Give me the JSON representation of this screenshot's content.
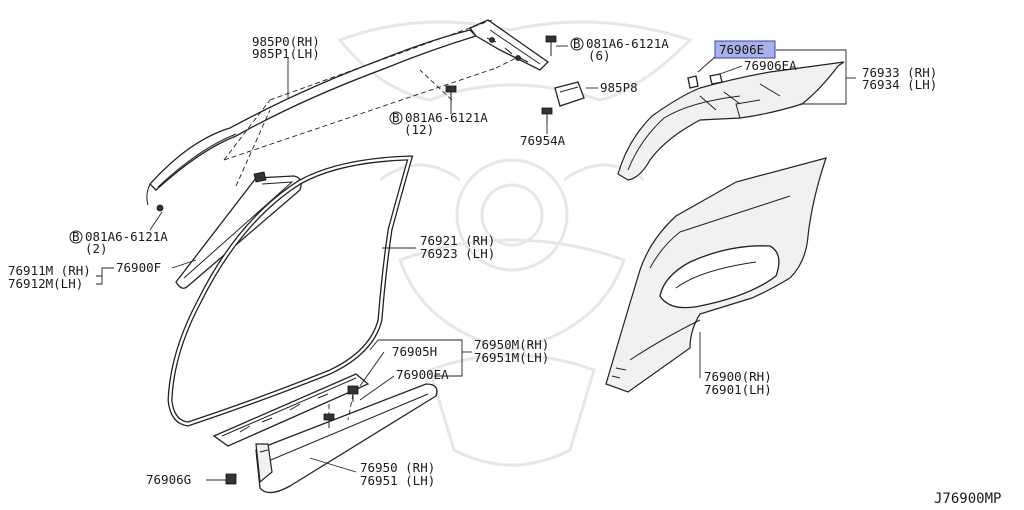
{
  "labels": {
    "p985p0": "985P0(RH)",
    "p985p1": "985P1(LH)",
    "bolt_top": "081A6-6121A",
    "bolt_top_qty": "(6)",
    "b_badge": "B",
    "p76906e": "76906E",
    "p76906ea": "76906EA",
    "p76933": "76933 (RH)",
    "p76934": "76934 (LH)",
    "p985p8": "985P8",
    "bolt_mid": "081A6-6121A",
    "bolt_mid_qty": "(12)",
    "p76954a": "76954A",
    "bolt_left": "081A6-6121A",
    "bolt_left_qty": "(2)",
    "p76921": "76921 (RH)",
    "p76923": "76923 (LH)",
    "p76911m": "76911M (RH)",
    "p76912m": "76912M(LH)",
    "p76900f": "76900F",
    "p76950m": "76950M(RH)",
    "p76951m": "76951M(LH)",
    "p76905h": "76905H",
    "p76900ea": "76900EA",
    "p76900": "76900(RH)",
    "p76901": "76901(LH)",
    "p76906g": "76906G",
    "p76950": "76950 (RH)",
    "p76951": "76951 (LH)",
    "diagram_code": "J76900MP"
  },
  "highlight_color": "#aab0e8",
  "highlight_border": "#3a44b0"
}
